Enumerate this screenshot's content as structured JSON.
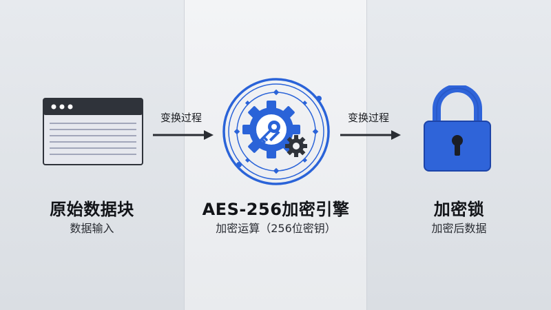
{
  "colors": {
    "accent_blue": "#2a63d8",
    "lock_blue": "#2f64d9",
    "window_dark": "#2f333a",
    "arrow_dark": "#2a2d33"
  },
  "source_block": {
    "icon": "document-window-icon",
    "title": "原始数据块",
    "subtitle": "数据输入"
  },
  "engine": {
    "icon": "gear-key-engine-icon",
    "title": "AES-256加密引擎",
    "subtitle": "加密运算（256位密钥）"
  },
  "result": {
    "icon": "padlock-icon",
    "title": "加密锁",
    "subtitle": "加密后数据"
  },
  "arrows": {
    "left_label": "变换过程",
    "right_label": "变换过程"
  }
}
